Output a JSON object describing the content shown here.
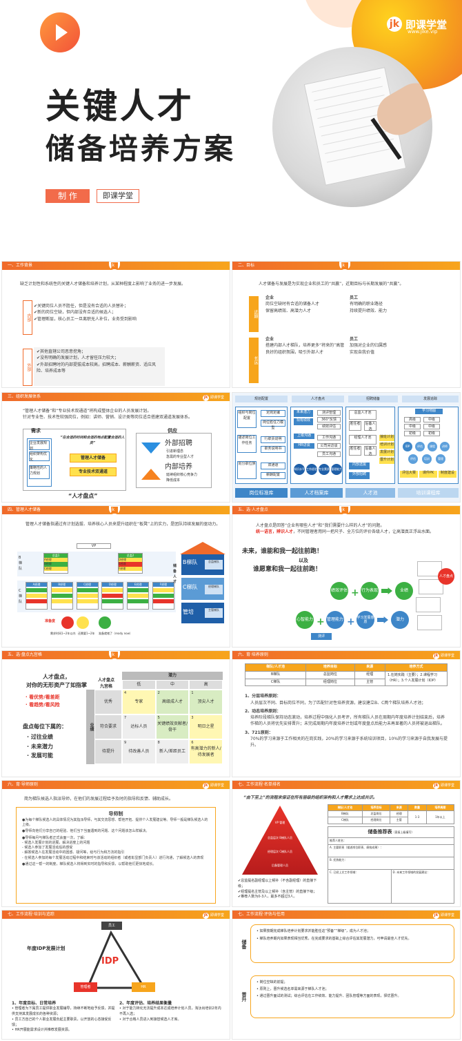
{
  "cover": {
    "title_line1": "关键人才",
    "title_line2": "储备培养方案",
    "tag_label": "制 作",
    "author": "即课学堂",
    "brand": "即课学堂",
    "brand_url": "www.jike.vip",
    "brand_mark": "jk"
  },
  "slide1": {
    "header": "一、工作背景",
    "intro": "缺乏计划性和系统性的关键人才储备和培养计划，从某种程度上影响了业务的进一步发展。",
    "internal_label": "内部",
    "internal_items": [
      "✔关键岗位人员不胜任，但是没有合适的人员替补；",
      "✔新的岗位空缺，但内部没有合适的候选人；",
      "✔管理断层，核心员工一旦离职无人补位，业务受到影响"
    ],
    "external_label": "外部",
    "external_items": [
      "✔其他直辖公司恶意挖角；",
      "✔没有明确的发展计划，人才留任压力较大；",
      "✔外部招聘时的内部提拔成本较高，招聘成本、薪酬薪资、适应风险、培养成本等"
    ]
  },
  "slide2": {
    "header": "二、目标",
    "intro": "人才储备与发展是为实现企业和员工的“共赢”，近期目标与长期发展的“共赢”。",
    "near_label": "近期",
    "long_label": "长远",
    "enterprise_title": "企业",
    "enterprise_near": [
      "岗位空缺时有合适的储备人才",
      "保留高绩效、高潜力人才"
    ],
    "employee_title": "员工",
    "employee_near": [
      "有明确的职业路径",
      "持续提升绩效、能力"
    ],
    "enterprise_long": [
      "搭建内部人才梯队，培养更多“将来的”高管",
      "良好的组织氛围，吸引外部人才"
    ],
    "employee_long": [
      "加强对企业的归属感",
      "实现自我价值"
    ]
  },
  "slide3": {
    "header": "三、组织发展体系",
    "intro1": "“管理人才储备”和“专业技术双通道”将构成整体企业的人员发展计划。",
    "intro2": "针对专业性、技术性较强岗位，例如：讲师、营销、设计类等岗位适合搭建双通道发展体系。",
    "demand": "需求",
    "supply": "供应",
    "left_boxes": [
      "企业发展规划",
      "组织架构优化",
      "策略性的人力规划"
    ],
    "quote": "“在合适的时间和合适的地点配置合适的人员”",
    "mid_boxes": [
      "管理人才储备",
      "专业技术双通道"
    ],
    "bottom": "“人才盘点”",
    "ext_title": "外部招聘",
    "ext_items": [
      "引进新理念",
      "急需的专业型人才"
    ],
    "int_title": "内部培养",
    "int_items": [
      "延续组织核心竞争力",
      "降低成本"
    ]
  },
  "slide4": {
    "top_labels": [
      "规划配置",
      "人才盘点",
      "招聘储备",
      "发展追踪"
    ],
    "col1": [
      "组织与岗位配置",
      "描述岗位工作任务",
      "划分职位族"
    ],
    "col1_sub": [
      "定岗定编",
      "岗位胜任力模型",
      "行职责说明",
      "职务说明书",
      "双通道",
      "薪酬配置"
    ],
    "col2_top": [
      "未来潜力",
      "现有绩效",
      "测评管理",
      "360°反馈",
      "绩效评估"
    ],
    "col2_mid": [
      "上级沟通",
      "工作沟通",
      "HR访谈",
      "公司间访谈",
      "员工沟通"
    ],
    "col2_bottom": [
      "知识水平",
      "工作经验",
      "专业素质",
      "管理能力"
    ],
    "col3": [
      "总监人才池",
      "胜任者",
      "后备人选",
      "经理人才池",
      "胜任者",
      "后备人选",
      "内部选拔",
      "外部招聘"
    ],
    "col3_side": [
      "接班计划",
      "培训计划",
      "发展计划",
      "晋升计划"
    ],
    "col4_top": "学习地图",
    "col4_grid": [
      "高级",
      "中级",
      "初级",
      "中级",
      "中级",
      "初级"
    ],
    "col4_items": [
      "IDP",
      "评估",
      "课程",
      "讲师",
      "评估",
      "培训",
      "管理"
    ],
    "col4_bottom": [
      "评估大赛",
      "课件PK",
      "制度建设"
    ],
    "bottom_steps": [
      "岗位标准库",
      "人才档案库",
      "人才池",
      "培训课程库"
    ]
  },
  "slide5": {
    "header": "四、管理人才储备",
    "intro": "管理人才储备指通过有计划选拔、培养核心人员来提升组织在“板凳”上的实力，是团队持续发展的驱动力。",
    "vp": "VP",
    "b_label": "B梯队",
    "c_label": "C梯队",
    "b_boxes": [
      [
        "总监1",
        "A经理",
        "B经理",
        "C经理"
      ],
      [
        "总监2",
        "D经理",
        "E经理",
        "F经理"
      ]
    ],
    "c_boxes": [
      "A经理",
      "B经理",
      "C经理",
      "D经理",
      "E经理",
      "F经理"
    ],
    "house": [
      "B梯队",
      "总监梯队",
      "C梯队",
      "经理梯队",
      "管培",
      "主管梯队"
    ],
    "house_label": "储备人才",
    "legend": [
      "准备度",
      "需求时间1~2年以内",
      "还需要1~2年",
      "准备就绪了（ready now）"
    ]
  },
  "slide6": {
    "header": "五、选·人才盘点",
    "intro": "人才盘点是回答“企业有哪些人才”和“我们需要什么样的人才”的问题。",
    "intro2_red": "统一语言，辨识人才",
    "intro2": "，不同管理者用同一把尺子、全方位的评价各级人才，让高潜真正浮出水面。",
    "q1": "未来，谁能和我一起往前跑！",
    "q_mid": "以及",
    "q2": "谁愿意和我一起往前跑！",
    "c1": [
      "绩效评估",
      "行为表现",
      "业绩"
    ],
    "c2": [
      "心智能力",
      "管理能力",
      "学习发展意愿",
      "潜力"
    ],
    "c_bottom": "测评",
    "badge": "人才盘点"
  },
  "slide7": {
    "header": "五、选·盘点九宫格",
    "left_title1": "人才盘点，",
    "left_title2": "对你的无形资产了如指掌",
    "left_items": [
      "看优势/看差距",
      "看趋势/看风险"
    ],
    "left_sub": "盘点每位下属的：",
    "left_points": [
      "过往业绩",
      "未来潜力",
      "发展可能"
    ],
    "grid_title1": "人才盘点",
    "grid_title2": "九宫格",
    "axis_x": "潜力",
    "axis_y": "业绩",
    "col_heads": [
      "低",
      "中",
      "高"
    ],
    "row_heads": [
      "优秀",
      "符合要求",
      "待提升"
    ],
    "cells": [
      "专家",
      "高级成人才",
      "顶尖人才",
      "达标人员",
      "关键绩效贡献者/骨干",
      "明日之星",
      "待改善人员",
      "新人/差距员工",
      "有高潜力的新人/待发展者"
    ],
    "cell_nums": [
      "4",
      "2",
      "1",
      "7",
      "5",
      "3",
      "9",
      "8",
      "6"
    ]
  },
  "slide8": {
    "header": "六、育·培养原则",
    "table_head": [
      "梯队/人才池",
      "培养目标",
      "来源",
      "培养方式"
    ],
    "table_rows": [
      [
        "B梯队",
        "总监岗位",
        "经理",
        "1.在岗实践（主要）；2.课程学习（HR）；3.个人发展计划（IDP）"
      ],
      [
        "C梯队",
        "经理岗位",
        "主管",
        ""
      ]
    ],
    "p1_title": "1、分层培养原则：",
    "p1": "人员层次不同、目标岗位不同，为了匹配针对性培养资源，建议建立B、C两个梯队培养人才池；",
    "p2_title": "2、动态培养原则：",
    "p2": "培养阶段梯队保持动态滚动，培养过程中强化人员考评，所有梯队人员在周期内年度培养计划结束后，培养作梯的人员将优先安排晋升；未完成周期内年度培养计划或年度盘点后能力未再显著的人员将被退出梯队。",
    "p3_title": "3、721原则：",
    "p3": "70%的学习来源于工作相关的在岗实践，20%的学习来源于系统培训项目，10%的学习来源于自我发展与提升。"
  },
  "slide9": {
    "header": "六、育·导师原则",
    "intro": "简为梯队候选人指派导师，在他们的发展过程给予及时的指导和反馈、辅助成长。",
    "box_title": "导师制",
    "items": [
      "●为每个梯队候选人的具体情况为其指派导师，与其交流思想、帮他开拓、提供个人发展建议等。导师一般是梯队候选人的上级。",
      "●导师向他们分享自己的经验、他们当下当面遇到的问题、这个问题该怎么样解决。",
      "●导师每月与梯队者正式会面一次，了解：",
      "- 候选人发展计划的进展，解决进度上的问题",
      "- 候选人参加了发展活动后的感受",
      "- 解答候选人在发展活动中的困惑、疑问等，给与行为和方法的指引",
      "- 在候选人参加的每个发展活动过程中和结束时与该活动的组织者（或者彰显部门负责人）进行沟通，了解候选人的表现",
      "●通过这一帮一的制度，梯队候选人将得到实时的指导和反馈，以帮助他们更快地成长。"
    ]
  },
  "slide10": {
    "header": "七、工作流程·名单排名",
    "title": "“由下至上”的流程来保证在所有层级的组织架构和人才需求上达成共识。",
    "pyramid": [
      "VP 管理",
      "总监层次 B梯队人员",
      "经理层次 C梯队人员",
      "后备管理人员"
    ],
    "notes": [
      "总监提名副经理以上候补（不含副经理）的直接下级；",
      "经理提名主管及以上候补（含主管）的直接下级；",
      "推荐人数为0-3人，最多不超过3人。"
    ],
    "table_head": [
      "梯队/人才池",
      "培养目标",
      "来源",
      "数量",
      "培养周期"
    ],
    "table_rows": [
      [
        "B梯队",
        "总监岗位",
        "经理",
        "1-3",
        "1年以上"
      ],
      [
        "C梯队",
        "经理岗位",
        "主管",
        "",
        ""
      ]
    ],
    "form_title": "储备推荐表",
    "form_sub": "（直接上级填写）",
    "form_rows": [
      "推荐人姓名：",
      "A. 主要职责（描述岗位职责、绩效成果）：",
      "B. 优势能力：",
      "C. 已经上文工作领域：",
      "D. 未来工作领域的发展建议："
    ]
  },
  "slide11": {
    "header": "七、工作流程·培训与追踪",
    "left_title": "年度IDP发展计划",
    "triangle": [
      "员工",
      "IDP",
      "管理者",
      "HR"
    ],
    "p1_title": "1、年度目标、日常培养",
    "p1": [
      "管理者为下属员工提供职业发展辅导，持续不断地给予反馈，并提供支持其发展成长的各种资源；",
      "员工方自己的个人职业发展负起主要职责，以开放的心态接受反馈；",
      "HR开展能需求设计并推荐发展资源。"
    ],
    "p2_title": "2、年度评估、培养结果衡量",
    "p2": [
      "对于能力转化无法提升成本达成培养计划人员，淘汰出培训2年内不再入选；",
      "对于合格人员进入到接替候选人才库。"
    ]
  },
  "slide12": {
    "header": "七、工作流程·评估与任用",
    "label1": "储备",
    "items1": [
      "如果按期完成梯队培养计划要求并能胜任这“预备”“梯级”，成为人才池；",
      "梯队培养期内如果表现相当优秀，在完成要求的基础上综合评估其发展潜力，可申请最佳人才优先。"
    ],
    "label2": "晋升",
    "items2": [
      "岗位空缺的前提；",
      "原则上，晋升候选名单需来源于梯队人才池；",
      "通过晋升面试的测试；综合评估在工作绩效、能力提升、团队管理等方面的表现，择优晋升。"
    ]
  },
  "colors": {
    "brand_orange": "#f06a2a",
    "brand_yellow": "#f7a51c",
    "blue": "#3e86c8"
  }
}
